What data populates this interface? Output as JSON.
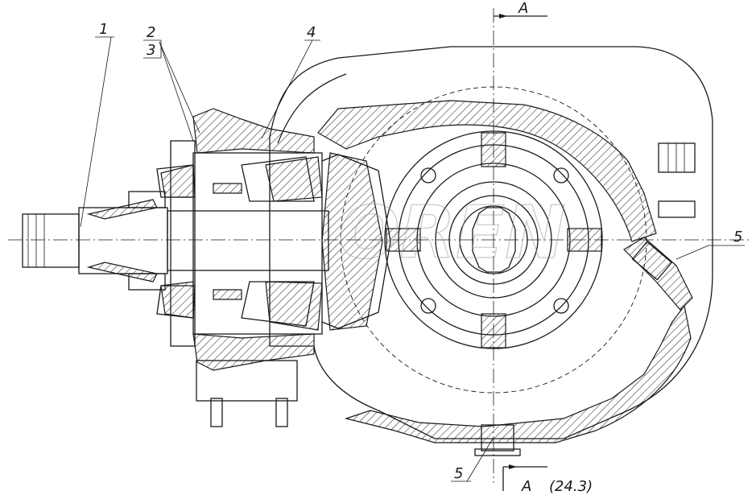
{
  "callouts": {
    "c1": "1",
    "c2": "2",
    "c3": "3",
    "c4": "4",
    "c5_right": "5",
    "c5_bottom": "5"
  },
  "section_marks": {
    "top": "A",
    "bottom": "A",
    "bottom_ref": "(24.3)"
  },
  "watermark": "OREN"
}
